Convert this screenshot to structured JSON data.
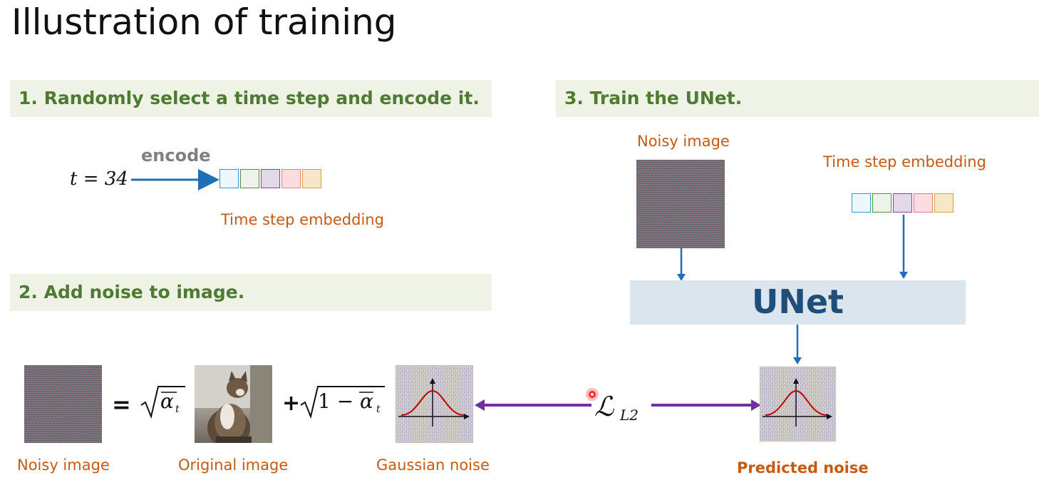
{
  "title": "Illustration of training",
  "steps": {
    "step1": "1. Randomly select a time step and encode it.",
    "step2": "2. Add noise to image.",
    "step3": "3. Train the UNet."
  },
  "step1": {
    "t_expr": "t = 34",
    "encode_label": "encode",
    "embedding_label": "Time step embedding"
  },
  "step3": {
    "noisy_image_label": "Noisy image",
    "embedding_label": "Time step embedding",
    "unet_label": "UNet",
    "predicted_noise_label": "Predicted noise"
  },
  "equation": {
    "equals": "=",
    "sqrt_alpha": "ᾱ",
    "sub_t": "t",
    "plus": "+",
    "one_minus": "1 − ᾱ",
    "loss_symbol": "ℒ",
    "loss_sub": "L2"
  },
  "captions": {
    "noisy": "Noisy image",
    "original": "Original image",
    "gaussian": "Gaussian noise"
  },
  "colors": {
    "step_green": "#4e7a32",
    "band": "#eef3e6",
    "orange": "#c55a11",
    "arrow_blue": "#1f6fb8",
    "arrow_purple": "#7030a0",
    "unet_box": "#dae5ee",
    "unet_text": "#1f4e79",
    "curve_red": "#c00000",
    "cursor_red": "#ff2a2a"
  },
  "embedding_cells": [
    {
      "border": "#2e9bd6",
      "fill": "#eef7fb"
    },
    {
      "border": "#5b8a4a",
      "fill": "#eef3ea"
    },
    {
      "border": "#7d4a9a",
      "fill": "#e4d7ea"
    },
    {
      "border": "#e37b8a",
      "fill": "#f9dde1"
    },
    {
      "border": "#d6a03a",
      "fill": "#f6e7c8"
    }
  ]
}
